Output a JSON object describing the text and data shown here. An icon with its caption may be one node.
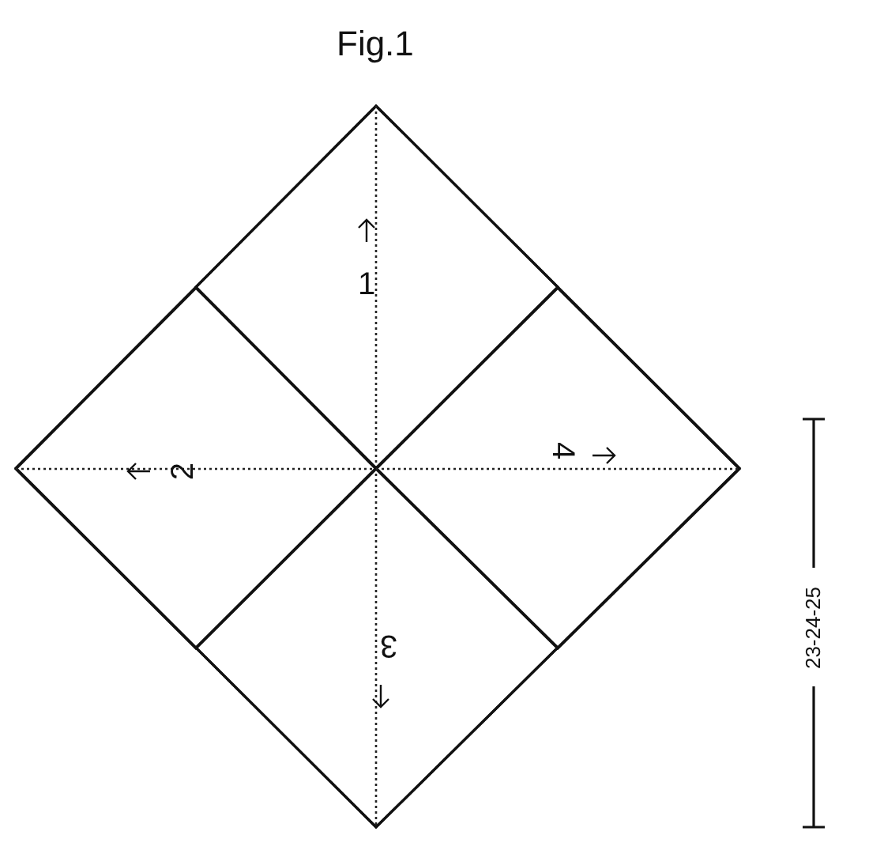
{
  "diagram": {
    "title": "Fig.1",
    "nodes": [
      {
        "text": [],
        "shape": "diamond"
      },
      {
        "text": [
          "1"
        ],
        "in": 0
      },
      {
        "text": [
          "2"
        ],
        "in": 0
      },
      {
        "text": [
          "3"
        ],
        "in": 0
      },
      {
        "text": [
          "4"
        ],
        "in": 0
      }
    ],
    "labels": [
      "23-24-25"
    ]
  }
}
